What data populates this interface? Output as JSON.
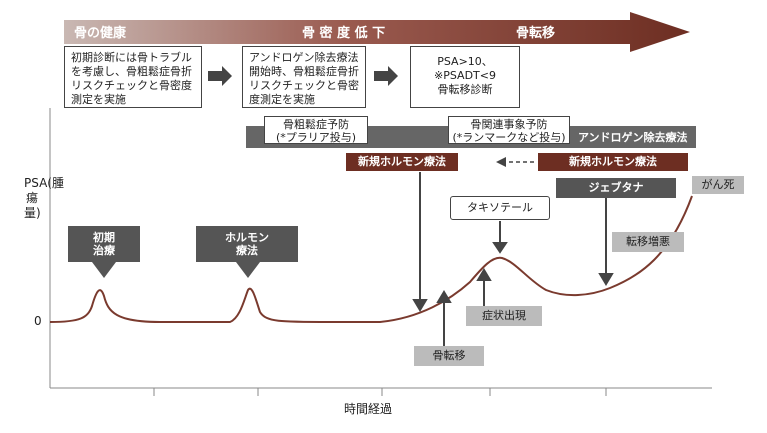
{
  "stages": {
    "bone_health": "骨の健康",
    "density_loss": "骨 密 度 低 下",
    "metastasis": "骨転移"
  },
  "info_boxes": {
    "initial": "初期診断には骨トラブルを考慮し、骨粗鬆症骨折リスクチェックと骨密度測定を実施",
    "adt": "アンドロゲン除去療法開始時、骨粗鬆症骨折リスクチェックと骨密度測定を実施",
    "psa": "PSA>10、\n※PSADT<9\n骨転移診断"
  },
  "bars": {
    "osteoporosis_prevention": "骨粗鬆症予防\n(*プラリア投与)",
    "skeletal_event_prevention": "骨関連事象予防\n(*ランマークなど投与)",
    "adt": "アンドロゲン除去療法",
    "new_hormone_1": "新規ホルモン療法",
    "new_hormone_2": "新規ホルモン療法",
    "xofigo": "ジェブタナ",
    "death": "がん死"
  },
  "events": {
    "initial_treatment": "初期\n治療",
    "hormone_therapy": "ホルモン\n療法",
    "docetaxel": "タキソテール",
    "bone_metastasis": "骨転移",
    "symptoms": "症状出現",
    "metastasis_worsening": "転移増悪"
  },
  "axes": {
    "y_label": "PSA(腫瘍量)",
    "y_zero": "0",
    "x_label": "時間経過"
  }
}
